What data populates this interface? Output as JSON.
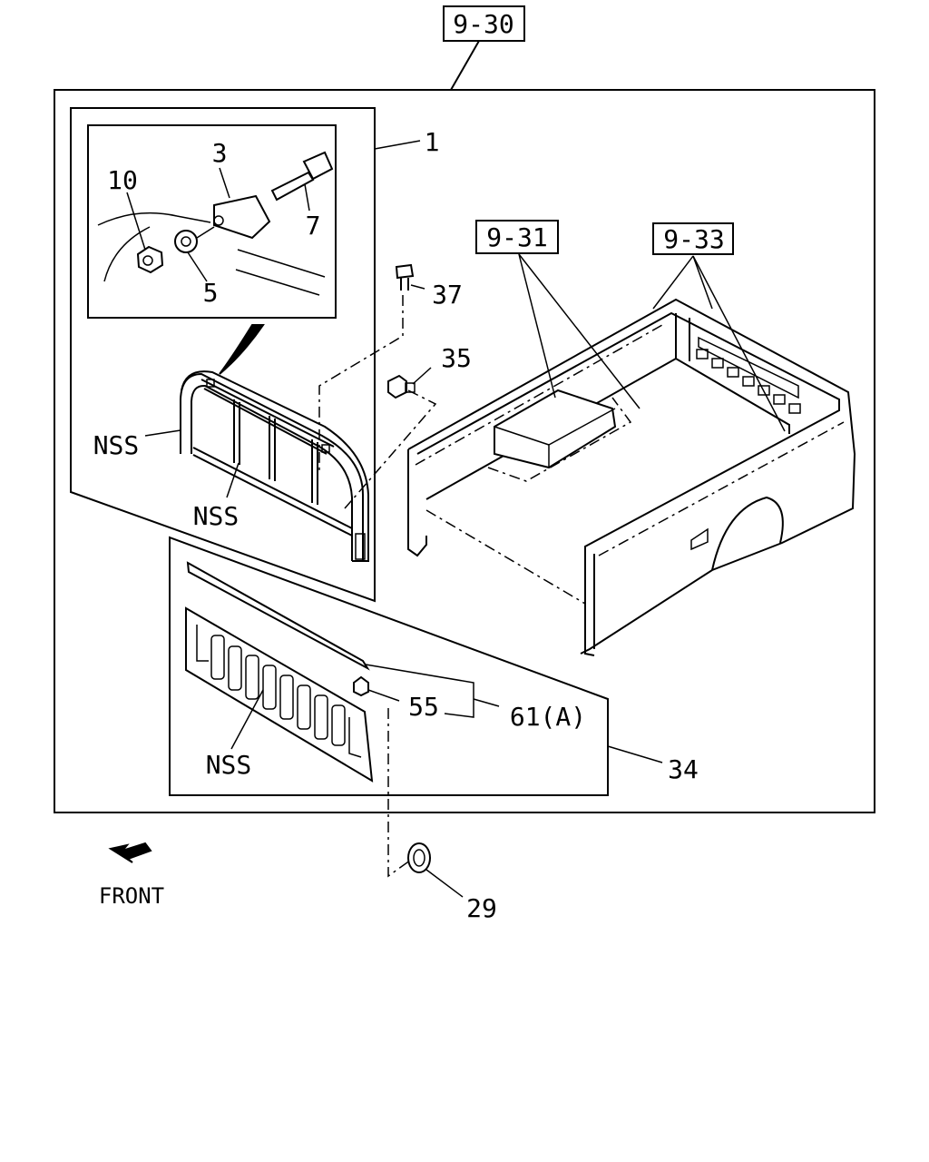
{
  "labels": {
    "ref_main": "9-30",
    "ref_cover": "9-31",
    "ref_body": "9-33",
    "p1": "1",
    "p3": "3",
    "p5": "5",
    "p7": "7",
    "p10": "10",
    "p29": "29",
    "p34": "34",
    "p35": "35",
    "p37": "37",
    "p55": "55",
    "p61": "61(A)",
    "nss_a": "NSS",
    "nss_b": "NSS",
    "nss_c": "NSS",
    "front": "FRONT"
  },
  "icons": {
    "front_arrow": "arrow-down-left-icon"
  }
}
